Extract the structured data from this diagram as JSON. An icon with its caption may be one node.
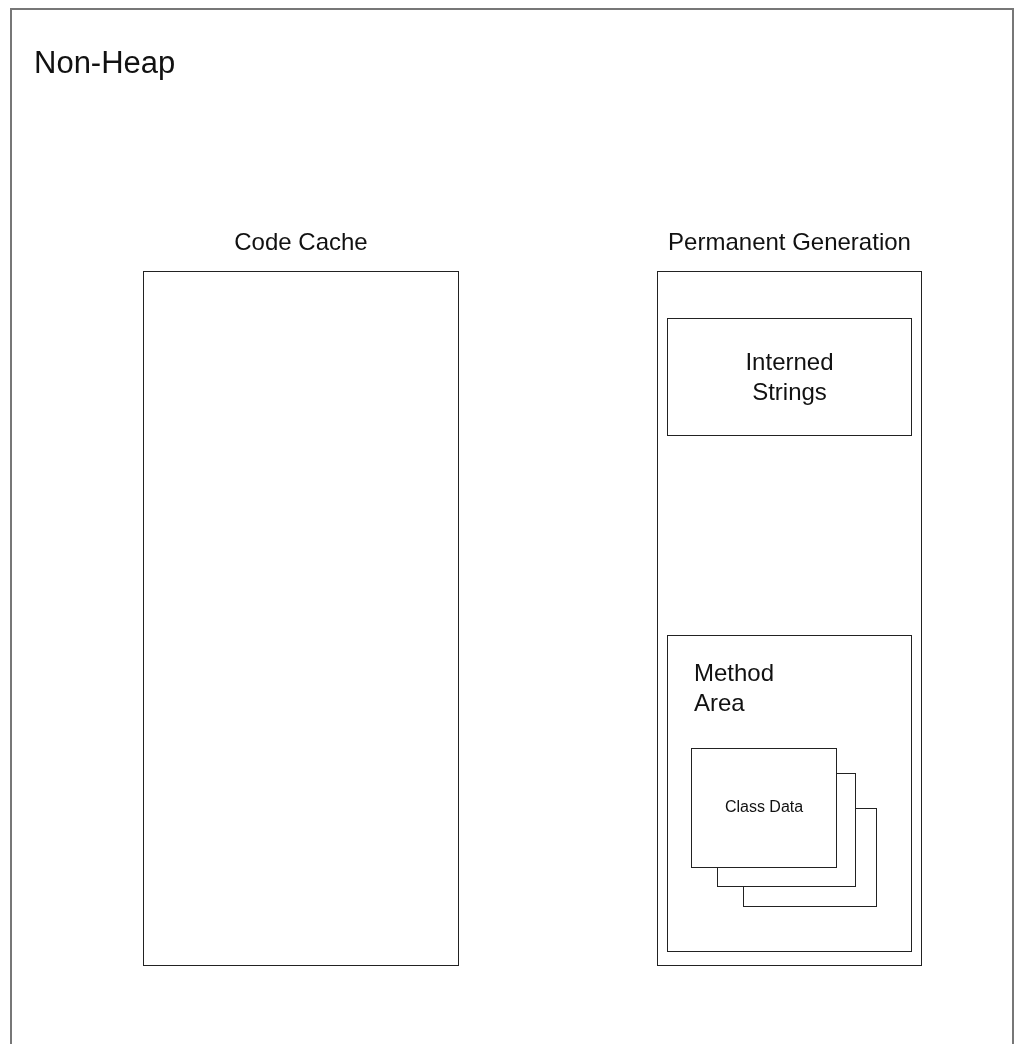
{
  "diagram": {
    "nodes": [
      {
        "text": [
          "Non-Heap"
        ]
      },
      {
        "text": [
          "Code Cache"
        ],
        "in": 0
      },
      {
        "text": [
          "Permanent Generation"
        ],
        "in": 0
      },
      {
        "text": [
          "Interned Strings"
        ],
        "in": 2
      },
      {
        "text": [
          "Method Area"
        ],
        "in": 2
      },
      {
        "text": [
          "Class Data"
        ],
        "in": 4
      }
    ],
    "edges": []
  }
}
